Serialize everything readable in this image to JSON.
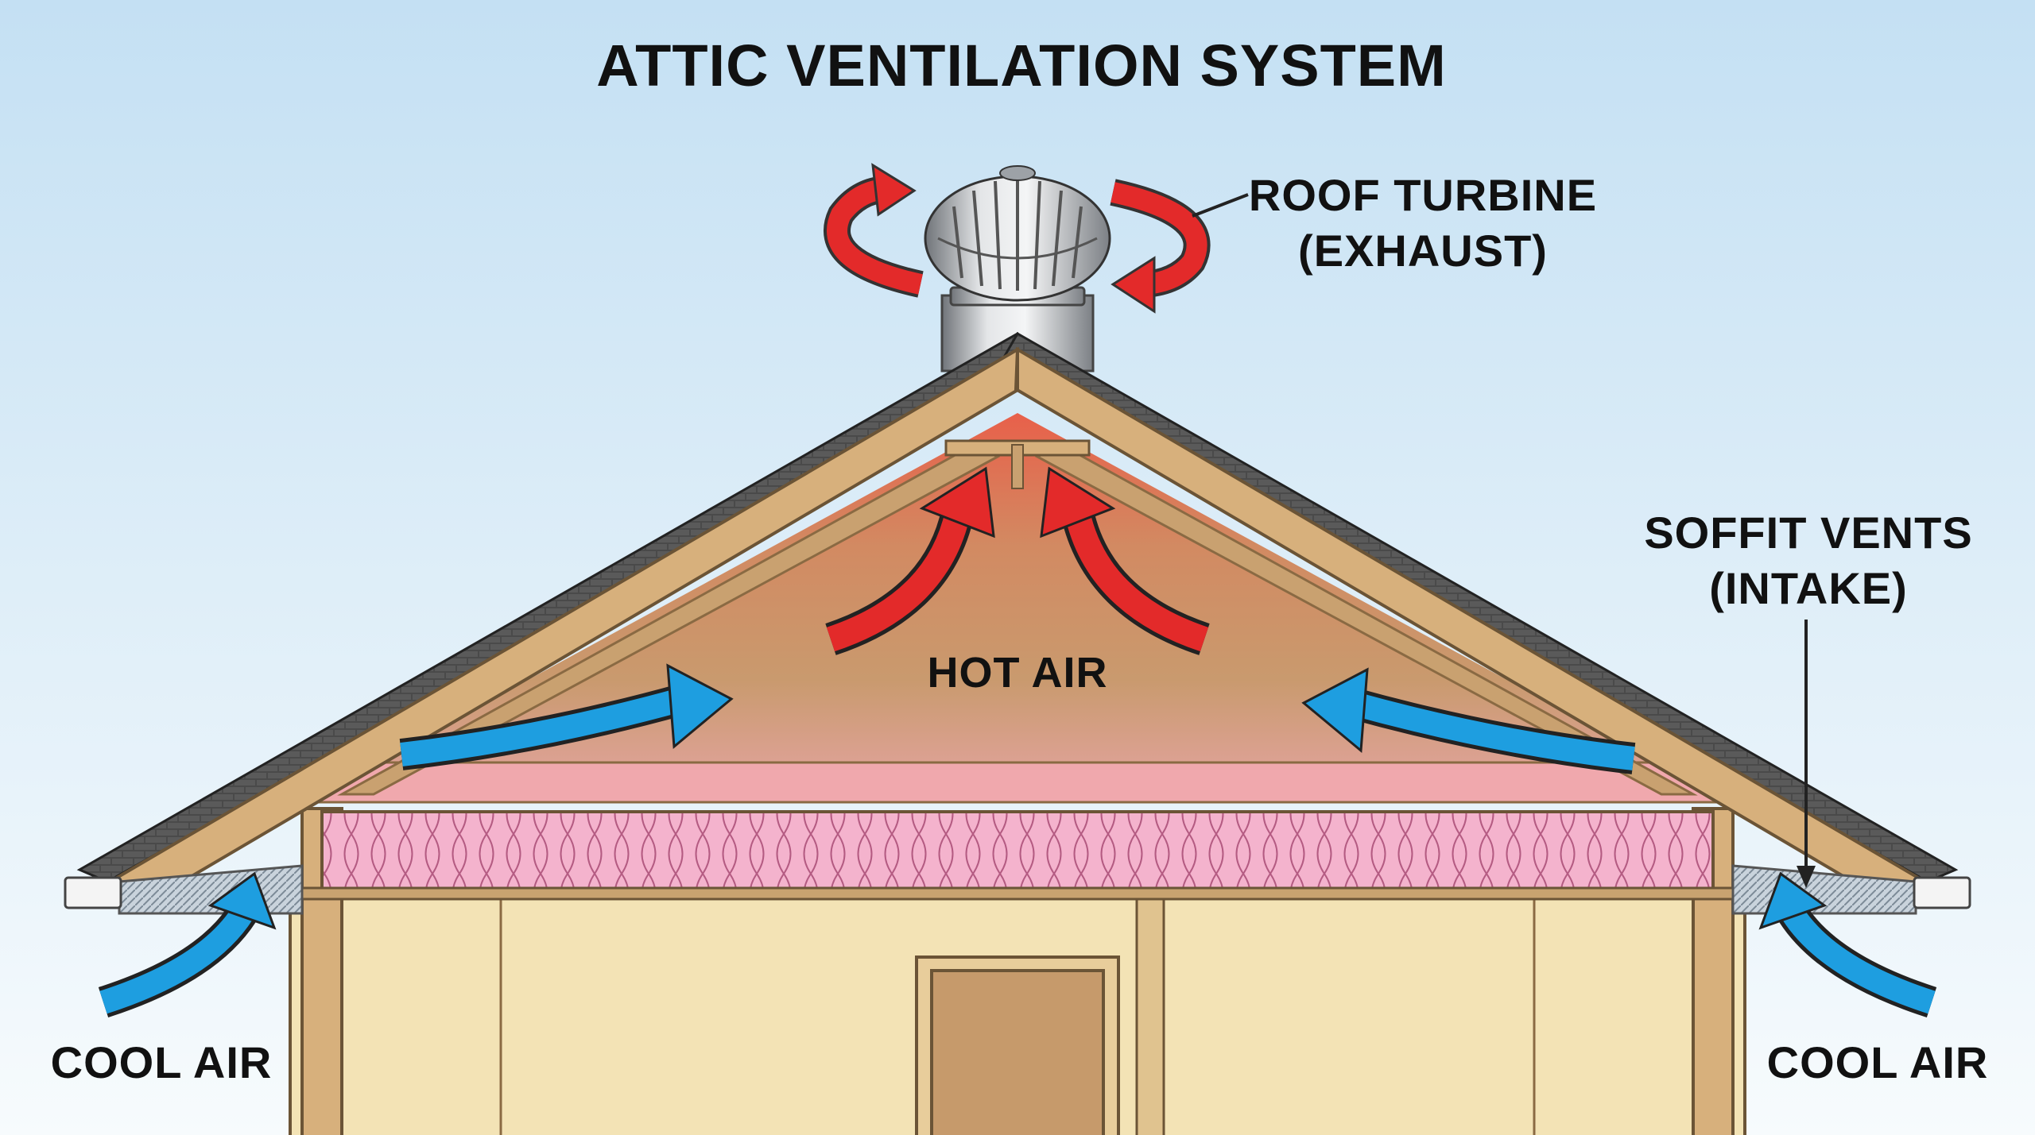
{
  "title": "ATTIC VENTILATION SYSTEM",
  "labels": {
    "turbine_line1": "ROOF TURBINE",
    "turbine_line2": "(EXHAUST)",
    "soffit_line1": "SOFFIT VENTS",
    "soffit_line2": "(INTAKE)",
    "hot_air": "HOT AIR",
    "cool_air_left": "COOL AIR",
    "cool_air_right": "COOL AIR"
  },
  "colors": {
    "sky_top": "#c4e0f3",
    "sky_bottom": "#f7fbfd",
    "wood": "#d7b07c",
    "wood_edge": "#8a6a43",
    "shingle": "#3e3e3e",
    "insulation": "#f0a8c6",
    "wall": "#f3e3b5",
    "door": "#c69a6b",
    "hot_arrow": "#e32a2a",
    "cool_arrow": "#1e9ee0",
    "metal": "#b8bcc1"
  },
  "icons": {
    "turbine": "roof-turbine-icon",
    "hot_arrow": "curved-arrow-up-icon",
    "cool_arrow": "curved-arrow-icon",
    "rotation": "rotation-arrow-icon"
  }
}
